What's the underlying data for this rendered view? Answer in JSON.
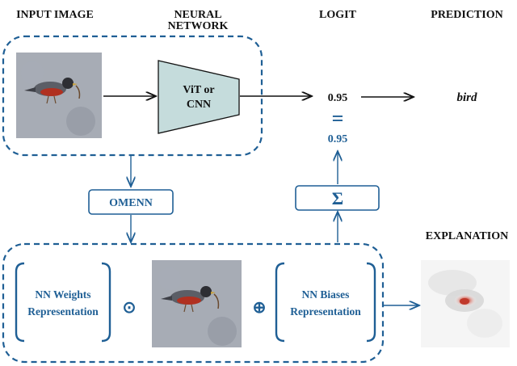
{
  "headers": {
    "input_image": "INPUT IMAGE",
    "neural_network_line1": "NEURAL",
    "neural_network_line2": "NETWORK",
    "logit": "LOGIT",
    "prediction": "PREDICTION",
    "explanation": "EXPLANATION"
  },
  "model_box": {
    "line1": "ViT or",
    "line2": "CNN"
  },
  "logit_value": "0.95",
  "equals_symbol": "=",
  "sum_value": "0.95",
  "sum_symbol": "Σ",
  "prediction_label": "bird",
  "omenn_label": "OMENN",
  "weights": {
    "line1": "NN Weights",
    "line2": "Representation"
  },
  "biases": {
    "line1": "NN Biases",
    "line2": "Representation"
  },
  "odot_symbol": "⊙",
  "oplus_symbol": "⊕",
  "colors": {
    "accent_blue": "#1f5f95",
    "model_fill": "#c5dcdc",
    "bird_red": "#c0392b"
  }
}
